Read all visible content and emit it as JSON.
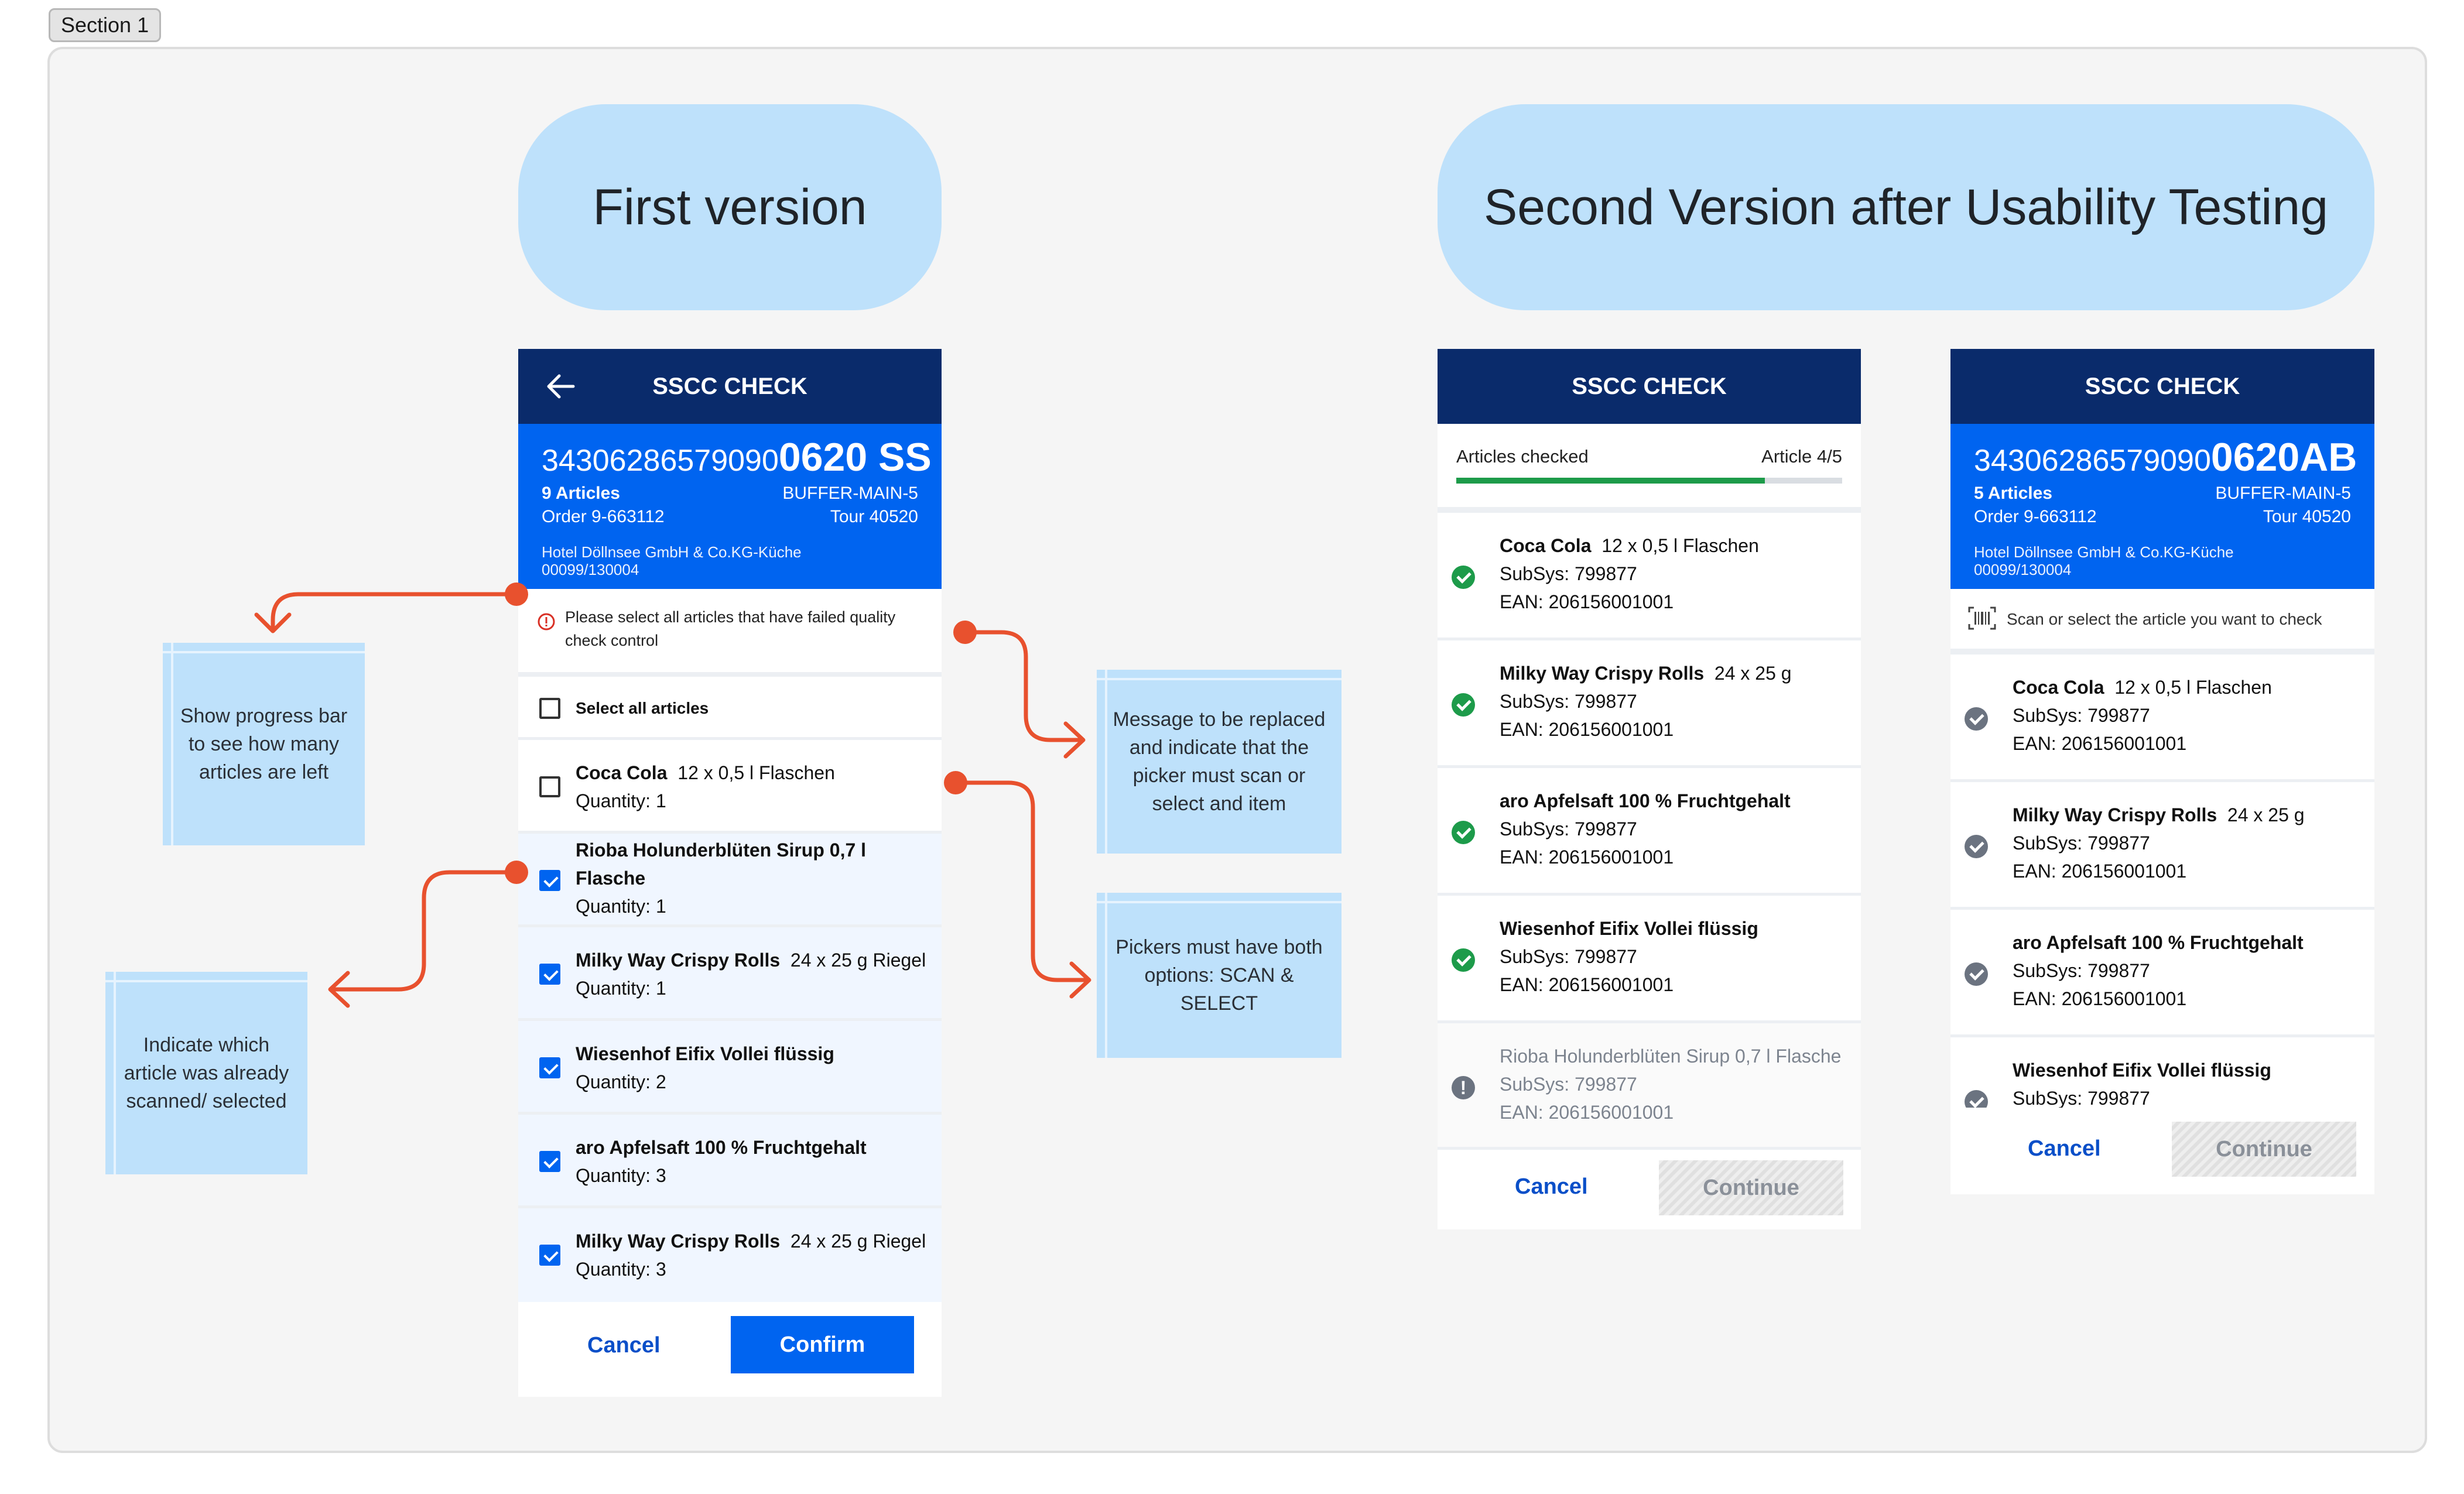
{
  "board": {
    "section_label": "Section 1"
  },
  "headings": {
    "first": "First version",
    "second": "Second Version after Usability Testing"
  },
  "screen_v1": {
    "title": "SSCC CHECK",
    "sscc_prefix": "34306286579090",
    "sscc_suffix": "0620  SS",
    "articles": "9 Articles",
    "buffer": "BUFFER-MAIN-5",
    "order": "Order 9-663112",
    "tour": "Tour 40520",
    "hotel": "Hotel Döllnsee GmbH & Co.KG-Küche",
    "hotel_id": "00099/130004",
    "message": "Please select all articles that have failed quality check control",
    "select_all": "Select all articles",
    "items": [
      {
        "name": "Coca Cola",
        "pack": "12 x 0,5 l Flaschen",
        "qty": "Quantity: 1",
        "checked": false
      },
      {
        "name": "Rioba Holunderblüten Sirup 0,7 l Flasche",
        "pack": "",
        "qty": "Quantity: 1",
        "checked": true
      },
      {
        "name": "Milky Way Crispy Rolls",
        "pack": "24 x 25 g Riegel",
        "qty": "Quantity: 1",
        "checked": true
      },
      {
        "name": "Wiesenhof Eifix Vollei flüssig",
        "pack": "",
        "qty": "Quantity: 2",
        "checked": true
      },
      {
        "name": "aro Apfelsaft 100 % Fruchtgehalt",
        "pack": "",
        "qty": "Quantity: 3",
        "checked": true
      },
      {
        "name": "Milky Way Crispy Rolls",
        "pack": "24 x 25 g Riegel",
        "qty": "Quantity: 3",
        "checked": true
      }
    ],
    "cancel": "Cancel",
    "confirm": "Confirm"
  },
  "screen_v2a": {
    "title": "SSCC CHECK",
    "progress_label": "Articles checked",
    "progress_count": "Article 4/5",
    "progress": 0.8,
    "items": [
      {
        "name": "Coca Cola",
        "pack": "12 x 0,5 l Flaschen",
        "subsys": "SubSys: 799877",
        "ean": "EAN: 206156001001",
        "status": "checked"
      },
      {
        "name": "Milky Way Crispy Rolls",
        "pack": "24 x 25 g",
        "subsys": "SubSys: 799877",
        "ean": "EAN: 206156001001",
        "status": "checked"
      },
      {
        "name": "aro Apfelsaft 100 % Fruchtgehalt",
        "pack": "",
        "subsys": "SubSys: 799877",
        "ean": "EAN: 206156001001",
        "status": "checked"
      },
      {
        "name": "Wiesenhof Eifix Vollei flüssig",
        "pack": "",
        "subsys": "SubSys: 799877",
        "ean": "EAN: 206156001001",
        "status": "checked"
      },
      {
        "name": "Rioba Holunderblüten Sirup 0,7 l Flasche",
        "pack": "",
        "subsys": "SubSys: 799877",
        "ean": "EAN: 206156001001",
        "status": "pending"
      }
    ],
    "cancel": "Cancel",
    "continue": "Continue"
  },
  "screen_v2b": {
    "title": "SSCC CHECK",
    "sscc_prefix": "34306286579090",
    "sscc_suffix": "0620AB",
    "articles": "5 Articles",
    "buffer": "BUFFER-MAIN-5",
    "order": "Order 9-663112",
    "tour": "Tour 40520",
    "hotel": "Hotel Döllnsee GmbH & Co.KG-Küche",
    "hotel_id": "00099/130004",
    "scan_hint": "Scan or select the article you want to check",
    "items": [
      {
        "name": "Coca Cola",
        "pack": "12 x 0,5 l Flaschen",
        "subsys": "SubSys: 799877",
        "ean": "EAN: 206156001001"
      },
      {
        "name": "Milky Way Crispy Rolls",
        "pack": "24 x 25 g",
        "subsys": "SubSys: 799877",
        "ean": "EAN: 206156001001"
      },
      {
        "name": "aro Apfelsaft 100 % Fruchtgehalt",
        "pack": "",
        "subsys": "SubSys: 799877",
        "ean": "EAN: 206156001001"
      },
      {
        "name": "Wiesenhof Eifix Vollei flüssig",
        "pack": "",
        "subsys": "SubSys: 799877",
        "ean": ""
      }
    ],
    "cancel": "Cancel",
    "continue": "Continue"
  },
  "notes": {
    "progress": "Show progress bar to see how many articles are left",
    "scanned": "Indicate which article was already scanned/ selected",
    "message": "Message to be replaced and indicate that the picker must scan or select and item",
    "options": "Pickers must have both options: SCAN & SELECT"
  },
  "colors": {
    "connector": "#e8512e",
    "sticky": "#bee1fb",
    "appbar": "#0a2b6b",
    "primary": "#0064f0",
    "success": "#1d9b4a"
  }
}
